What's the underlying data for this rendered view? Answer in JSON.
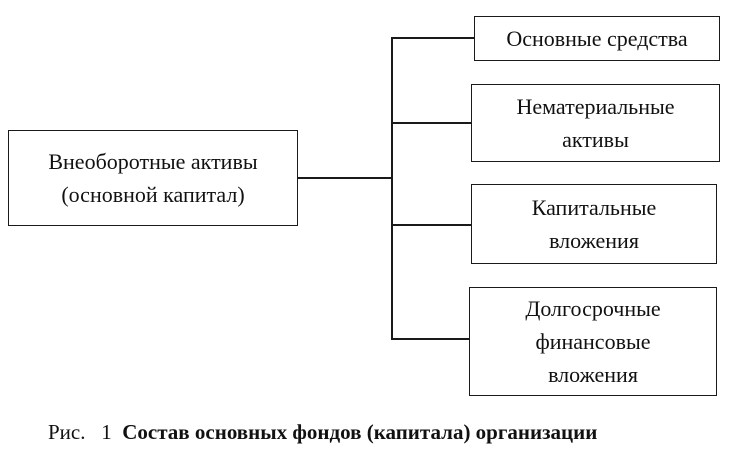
{
  "diagram": {
    "root": {
      "lines": [
        "Внеоборотные активы",
        "(основной капитал)"
      ]
    },
    "children": [
      {
        "lines": [
          "Основные средства"
        ]
      },
      {
        "lines": [
          "Нематериальные",
          "активы"
        ]
      },
      {
        "lines": [
          "Капитальные",
          "вложения"
        ]
      },
      {
        "lines": [
          "Долгосрочные",
          "финансовые",
          "вложения"
        ]
      }
    ]
  },
  "caption": {
    "prefix": "Рис.",
    "number": "1",
    "title": "Состав основных фондов (капитала) организации"
  }
}
